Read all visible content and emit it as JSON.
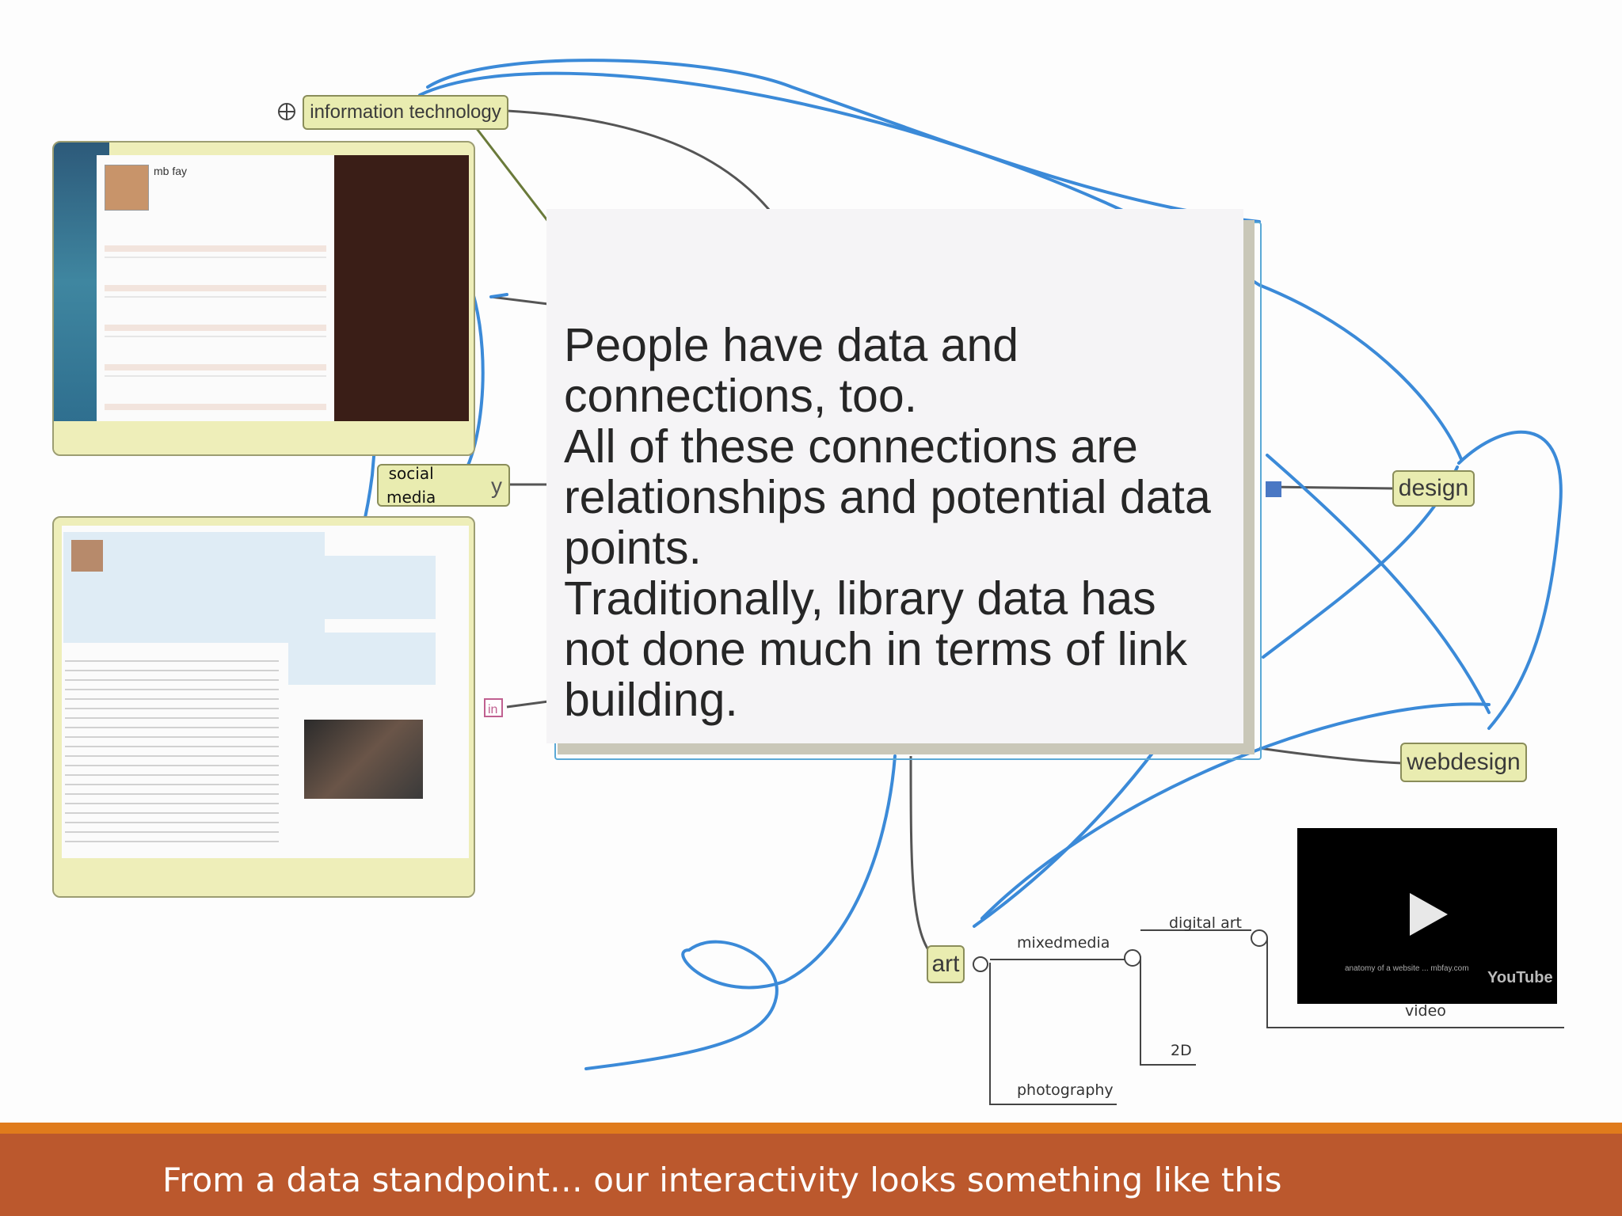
{
  "callout": {
    "lines": [
      "People have data and",
      "connections, too.",
      "All of these connections are",
      "relationships and potential data",
      "points.",
      "Traditionally, library data has",
      "not done much in terms of link",
      "building."
    ]
  },
  "nodes": {
    "information_technology": "information technology",
    "social_media_line1": "social",
    "social_media_line2": "media",
    "social_media_tail": "y",
    "design": "design",
    "webdesign": "webdesign",
    "art": "art"
  },
  "art_branch": {
    "mixedmedia": "mixedmedia",
    "digital_art": "digital art",
    "two_d": "2D",
    "photography": "photography",
    "video": "video"
  },
  "facebook_profile": {
    "name": "mb fay"
  },
  "video_embed": {
    "caption": "anatomy of a website ... mbfay.com",
    "brand": "YouTube"
  },
  "colors": {
    "node_fill": "#e9ecb0",
    "link_blue": "#3b8ad8",
    "footer": "#bb582d",
    "footer_rule": "#e07b1c"
  },
  "footer": {
    "caption": "From a data standpoint… our interactivity looks something like this"
  }
}
